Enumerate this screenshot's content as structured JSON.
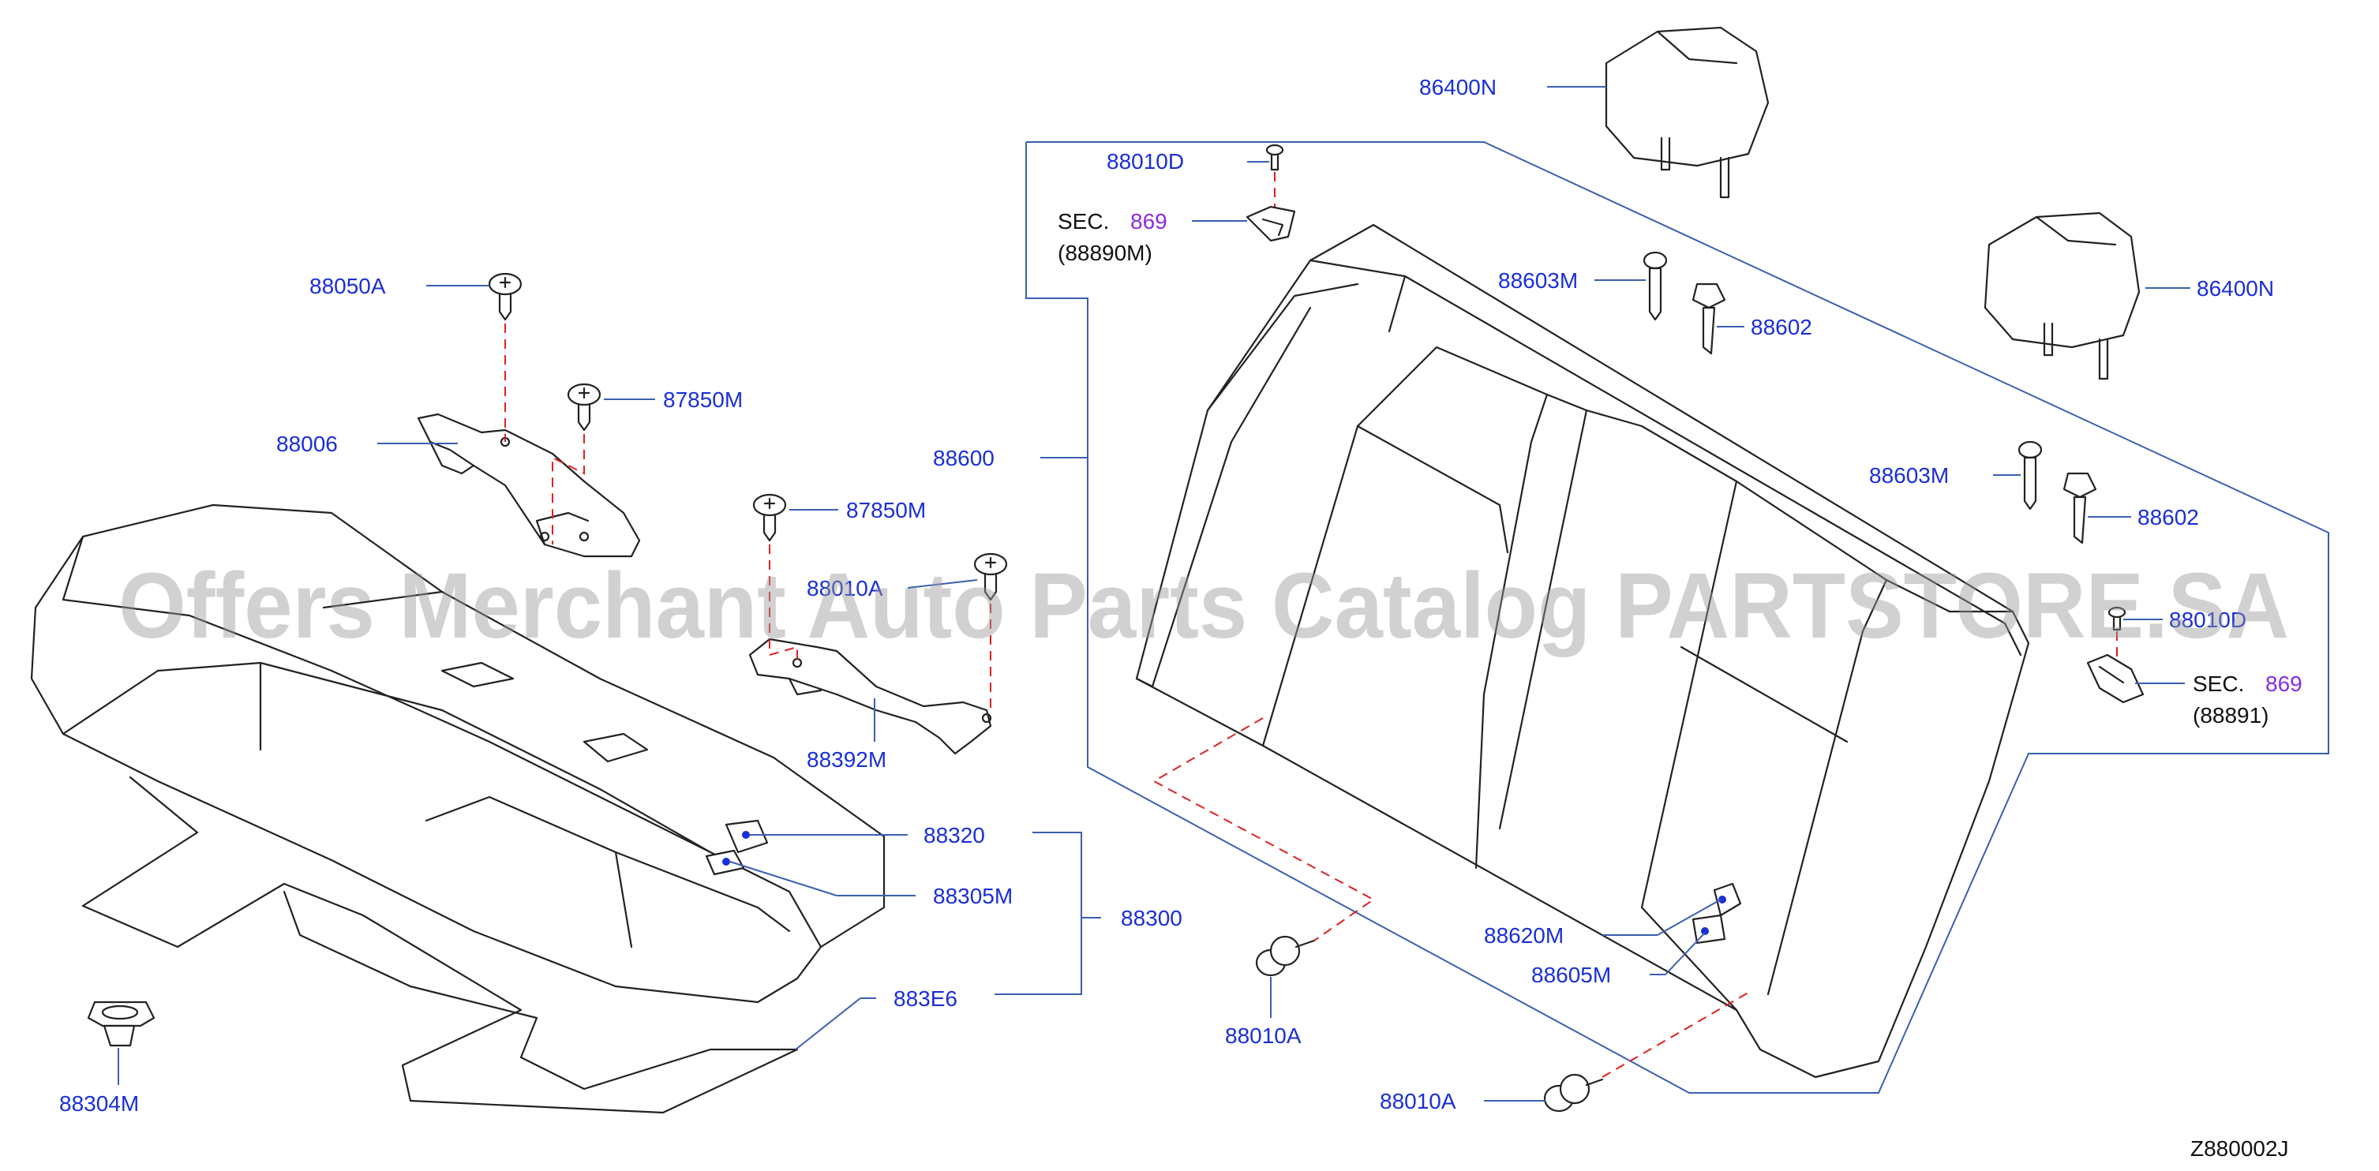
{
  "diagram_id": "Z880002J",
  "watermark": "Offers Merchant Auto Parts Catalog PARTSTORE.SA",
  "colors": {
    "label": "#1a2fd6",
    "section": "#8a2be2",
    "leader": "#3a5fb0",
    "dashed": "#e02020",
    "line": "#222222"
  },
  "labels": {
    "p86400N_top": "86400N",
    "p88010D_top": "88010D",
    "sec_top": "SEC.",
    "sec_top_num": "869",
    "sec_top_sub": "(88890M)",
    "p88050A": "88050A",
    "p87850M_a": "87850M",
    "p88006": "88006",
    "p87850M_b": "87850M",
    "p88010A_mid": "88010A",
    "p88392M": "88392M",
    "p88600": "88600",
    "p88603M_a": "88603M",
    "p88602_a": "88602",
    "p86400N_right": "86400N",
    "p88603M_b": "88603M",
    "p88602_b": "88602",
    "p88010D_right": "88010D",
    "sec_right": "SEC.",
    "sec_right_num": "869",
    "sec_right_sub": "(88891)",
    "p88320": "88320",
    "p88305M": "88305M",
    "p88300": "88300",
    "p883E6": "883E6",
    "p88304M": "88304M",
    "p88620M": "88620M",
    "p88605M": "88605M",
    "p88010A_low": "88010A",
    "p88010A_bottom": "88010A"
  }
}
